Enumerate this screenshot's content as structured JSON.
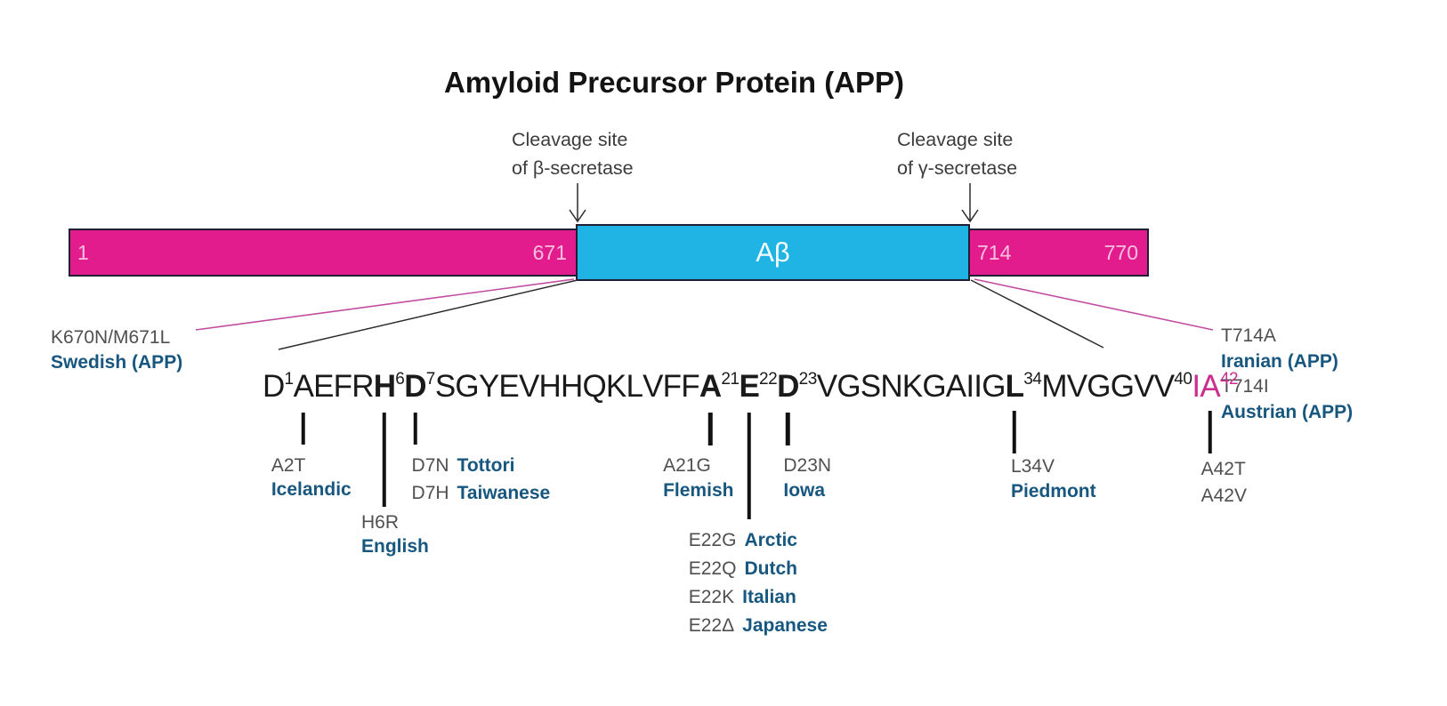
{
  "title": "Amyloid Precursor Protein (APP)",
  "colors": {
    "magenta": "#e31c8d",
    "cyan": "#20b4e4",
    "bar_border": "#1e1e34",
    "mutation_name_blue": "#17577f",
    "mutation_code_gray": "#4f4f51",
    "sequence_magenta": "#cb2e8f",
    "connector_magenta": "#c24da0"
  },
  "cleavage_beta": {
    "line1": "Cleavage site",
    "line2": "of β-secretase"
  },
  "cleavage_gamma": {
    "line1": "Cleavage site",
    "line2": "of γ-secretase"
  },
  "bar": {
    "start": "1",
    "beta_boundary": "671",
    "ab_label": "Aβ",
    "gamma_boundary": "714",
    "end": "770"
  },
  "flank_labels": {
    "swedish": {
      "code": "K670N/M671L",
      "name": "Swedish (APP)"
    },
    "iranian": {
      "code": "T714A",
      "name": "Iranian (APP)"
    },
    "austrian": {
      "code": "T714I",
      "name": "Austrian (APP)"
    }
  },
  "sequence": {
    "residues": [
      {
        "t": "D",
        "sup": "1"
      },
      {
        "t": "A",
        "mut": "a2"
      },
      {
        "t": "E"
      },
      {
        "t": "F"
      },
      {
        "t": "R"
      },
      {
        "t": "H",
        "sup": "6",
        "b": true,
        "mut": "h6"
      },
      {
        "t": "D",
        "sup": "7",
        "b": true,
        "mut": "d7"
      },
      {
        "t": "S"
      },
      {
        "t": "G"
      },
      {
        "t": "Y"
      },
      {
        "t": "E"
      },
      {
        "t": "V"
      },
      {
        "t": "H"
      },
      {
        "t": "H"
      },
      {
        "t": "Q"
      },
      {
        "t": "K"
      },
      {
        "t": "L"
      },
      {
        "t": "V"
      },
      {
        "t": "F"
      },
      {
        "t": "F"
      },
      {
        "t": "A",
        "sup": "21",
        "b": true,
        "mut": "a21"
      },
      {
        "t": "E",
        "sup": "22",
        "b": true,
        "mut": "e22"
      },
      {
        "t": "D",
        "sup": "23",
        "b": true,
        "mut": "d23"
      },
      {
        "t": "V"
      },
      {
        "t": "G"
      },
      {
        "t": "S"
      },
      {
        "t": "N"
      },
      {
        "t": "K"
      },
      {
        "t": "G"
      },
      {
        "t": "A"
      },
      {
        "t": "I"
      },
      {
        "t": "I"
      },
      {
        "t": "G"
      },
      {
        "t": "L",
        "sup": "34",
        "b": true,
        "mut": "l34"
      },
      {
        "t": "M"
      },
      {
        "t": "V"
      },
      {
        "t": "G"
      },
      {
        "t": "G"
      },
      {
        "t": "V"
      },
      {
        "t": "V",
        "sup": "40"
      },
      {
        "t": "I",
        "m": true
      },
      {
        "t": "A",
        "sup": "42",
        "m": true,
        "mut": "a42"
      }
    ]
  },
  "mutations": {
    "a2": {
      "rows": [
        [
          {
            "t": "A2T",
            "s": "code"
          }
        ],
        [
          {
            "t": "Icelandic",
            "s": "name"
          }
        ]
      ]
    },
    "h6": {
      "rows": [
        [
          {
            "t": "H6R",
            "s": "code"
          }
        ],
        [
          {
            "t": "English",
            "s": "name"
          }
        ]
      ]
    },
    "d7": {
      "rows": [
        [
          {
            "t": "D7N",
            "s": "code"
          },
          {
            "t": "Tottori",
            "s": "name"
          }
        ],
        [
          {
            "t": "D7H",
            "s": "code"
          },
          {
            "t": "Taiwanese",
            "s": "name"
          }
        ]
      ]
    },
    "a21": {
      "rows": [
        [
          {
            "t": "A21G",
            "s": "code"
          }
        ],
        [
          {
            "t": "Flemish",
            "s": "name"
          }
        ]
      ]
    },
    "e22": {
      "rows": [
        [
          {
            "t": "E22G",
            "s": "code"
          },
          {
            "t": "Arctic",
            "s": "name"
          }
        ],
        [
          {
            "t": "E22Q",
            "s": "code"
          },
          {
            "t": "Dutch",
            "s": "name"
          }
        ],
        [
          {
            "t": "E22K",
            "s": "code"
          },
          {
            "t": "Italian",
            "s": "name"
          }
        ],
        [
          {
            "t": "E22Δ",
            "s": "code"
          },
          {
            "t": "Japanese",
            "s": "name"
          }
        ]
      ]
    },
    "d23": {
      "rows": [
        [
          {
            "t": "D23N",
            "s": "code"
          }
        ],
        [
          {
            "t": "Iowa",
            "s": "name"
          }
        ]
      ]
    },
    "l34": {
      "rows": [
        [
          {
            "t": "L34V",
            "s": "code"
          }
        ],
        [
          {
            "t": "Piedmont",
            "s": "name"
          }
        ]
      ]
    },
    "a42": {
      "rows": [
        [
          {
            "t": "A42T",
            "s": "code"
          }
        ],
        [
          {
            "t": "A42V",
            "s": "code"
          }
        ]
      ]
    }
  }
}
